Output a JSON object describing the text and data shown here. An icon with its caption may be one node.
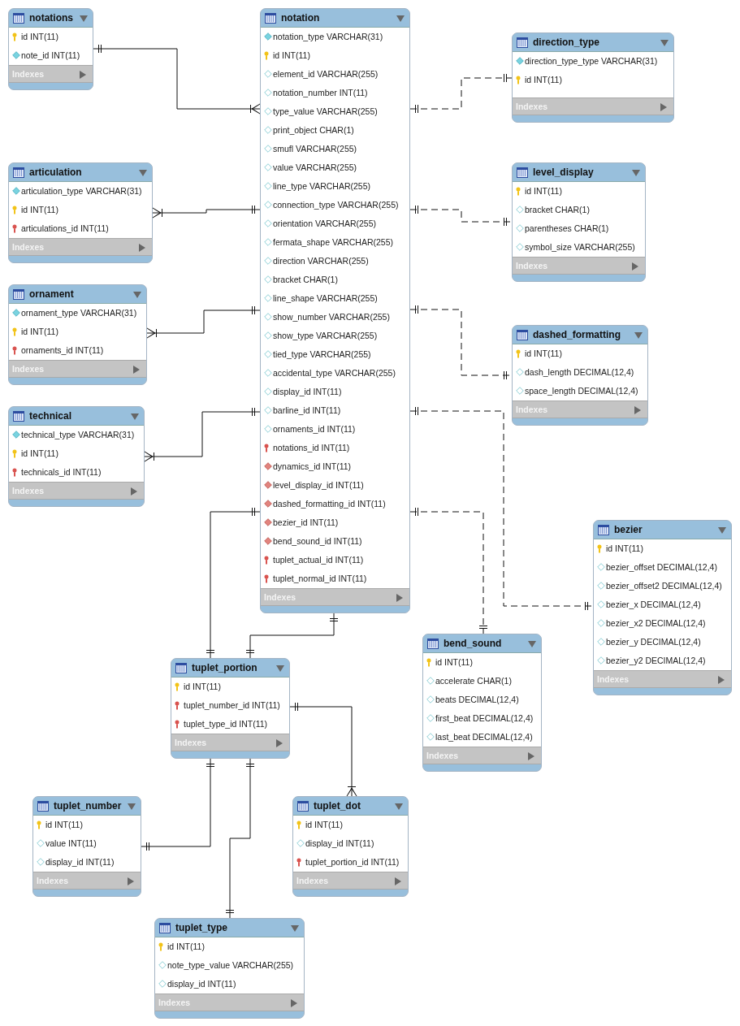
{
  "diagram": {
    "nodes": [
      {
        "text": [
          "notations",
          "id INT(11)",
          "note_id INT(11)",
          "Indexes"
        ]
      },
      {
        "text": [
          "notation",
          "notation_type VARCHAR(31)",
          "id INT(11)",
          "element_id VARCHAR(255)",
          "notation_number INT(11)",
          "type_value VARCHAR(255)",
          "print_object CHAR(1)",
          "smufl VARCHAR(255)",
          "value VARCHAR(255)",
          "line_type VARCHAR(255)",
          "connection_type VARCHAR(255)",
          "orientation VARCHAR(255)",
          "fermata_shape VARCHAR(255)",
          "direction VARCHAR(255)",
          "bracket CHAR(1)",
          "line_shape VARCHAR(255)",
          "show_number VARCHAR(255)",
          "show_type VARCHAR(255)",
          "tied_type VARCHAR(255)",
          "accidental_type VARCHAR(255)",
          "display_id INT(11)",
          "barline_id INT(11)",
          "ornaments_id INT(11)",
          "notations_id INT(11)",
          "dynamics_id INT(11)",
          "level_display_id INT(11)",
          "dashed_formatting_id INT(11)",
          "bezier_id INT(11)",
          "bend_sound_id INT(11)",
          "tuplet_actual_id INT(11)",
          "tuplet_normal_id INT(11)",
          "Indexes"
        ]
      },
      {
        "text": [
          "direction_type",
          "direction_type_type VARCHAR(31)",
          "id INT(11)",
          "Indexes"
        ]
      },
      {
        "text": [
          "articulation",
          "articulation_type VARCHAR(31)",
          "id INT(11)",
          "articulations_id INT(11)",
          "Indexes"
        ]
      },
      {
        "text": [
          "level_display",
          "id INT(11)",
          "bracket CHAR(1)",
          "parentheses CHAR(1)",
          "symbol_size VARCHAR(255)",
          "Indexes"
        ]
      },
      {
        "text": [
          "ornament",
          "ornament_type VARCHAR(31)",
          "id INT(11)",
          "ornaments_id INT(11)",
          "Indexes"
        ]
      },
      {
        "text": [
          "dashed_formatting",
          "id INT(11)",
          "dash_length DECIMAL(12,4)",
          "space_length DECIMAL(12,4)",
          "Indexes"
        ]
      },
      {
        "text": [
          "technical",
          "technical_type VARCHAR(31)",
          "id INT(11)",
          "technicals_id INT(11)",
          "Indexes"
        ]
      },
      {
        "text": [
          "bezier",
          "id INT(11)",
          "bezier_offset DECIMAL(12,4)",
          "bezier_offset2 DECIMAL(12,4)",
          "bezier_x DECIMAL(12,4)",
          "bezier_x2 DECIMAL(12,4)",
          "bezier_y DECIMAL(12,4)",
          "bezier_y2 DECIMAL(12,4)",
          "Indexes"
        ]
      },
      {
        "text": [
          "bend_sound",
          "id INT(11)",
          "accelerate CHAR(1)",
          "beats DECIMAL(12,4)",
          "first_beat DECIMAL(12,4)",
          "last_beat DECIMAL(12,4)",
          "Indexes"
        ]
      },
      {
        "text": [
          "tuplet_portion",
          "id INT(11)",
          "tuplet_number_id INT(11)",
          "tuplet_type_id INT(11)",
          "Indexes"
        ]
      },
      {
        "text": [
          "tuplet_number",
          "id INT(11)",
          "value INT(11)",
          "display_id INT(11)",
          "Indexes"
        ]
      },
      {
        "text": [
          "tuplet_dot",
          "id INT(11)",
          "display_id INT(11)",
          "tuplet_portion_id INT(11)",
          "Indexes"
        ]
      },
      {
        "text": [
          "tuplet_type",
          "id INT(11)",
          "note_type_value VARCHAR(255)",
          "display_id INT(11)",
          "Indexes"
        ]
      }
    ],
    "edges": [
      {
        "from": 0,
        "to": 1,
        "arrow": "other"
      },
      {
        "from": 1,
        "to": 2,
        "arrow": "other",
        "style": "dashed"
      },
      {
        "from": 3,
        "to": 1,
        "arrow": "other"
      },
      {
        "from": 1,
        "to": 4,
        "arrow": "other",
        "style": "dashed"
      },
      {
        "from": 5,
        "to": 1,
        "arrow": "other"
      },
      {
        "from": 1,
        "to": 6,
        "arrow": "other",
        "style": "dashed"
      },
      {
        "from": 7,
        "to": 1,
        "arrow": "other"
      },
      {
        "from": 1,
        "to": 8,
        "arrow": "other",
        "style": "dashed"
      },
      {
        "from": 1,
        "to": 9,
        "arrow": "other",
        "style": "dashed"
      },
      {
        "from": 1,
        "to": 10,
        "arrow": "other"
      },
      {
        "from": 1,
        "to": 10,
        "arrow": "other"
      },
      {
        "from": 10,
        "to": 11,
        "arrow": "other"
      },
      {
        "from": 10,
        "to": 13,
        "arrow": "other"
      },
      {
        "from": 10,
        "to": 12,
        "arrow": "other"
      }
    ]
  }
}
